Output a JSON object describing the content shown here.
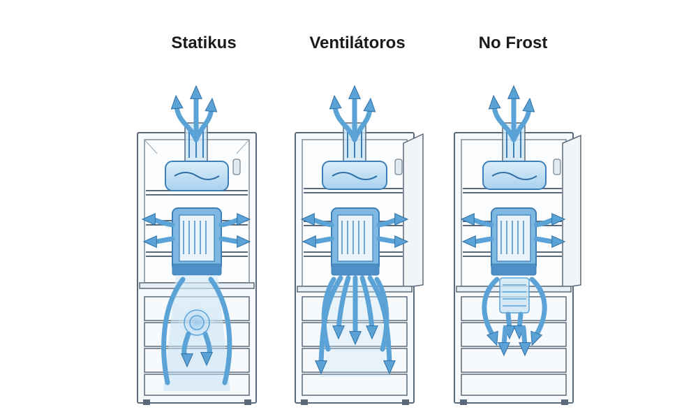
{
  "diagram": {
    "panels": [
      {
        "title": "Statikus"
      },
      {
        "title": "Ventilátoros"
      },
      {
        "title": "No Frost"
      }
    ]
  },
  "colors": {
    "outline": "#5a6a7a",
    "arrow_fill": "#5ba3d6",
    "arrow_stroke": "#2f6fa5",
    "cool_light": "#cfe6f6",
    "cool_mid": "#8fc3ea",
    "cool_dark": "#3d7fb8"
  }
}
